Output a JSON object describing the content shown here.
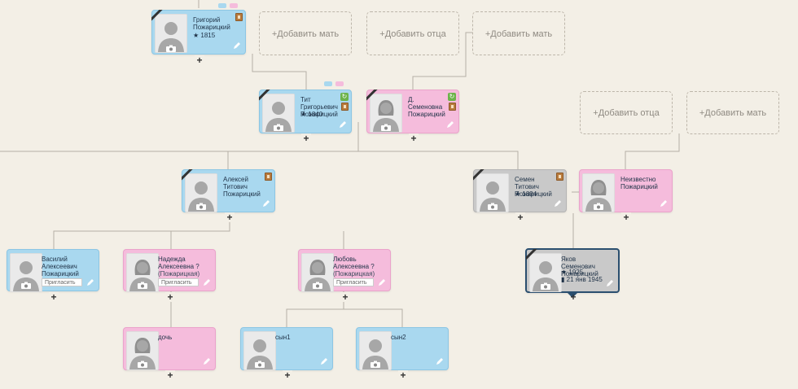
{
  "add_father_label": "+Добавить отца",
  "add_mother_label": "+Добавить мать",
  "invite_label": "Пригласить",
  "expand_symbol": "+",
  "colors": {
    "male": "#a9d8ef",
    "female": "#f5bcdc",
    "unknown": "#c9c9c9",
    "background": "#f3efe6",
    "selected_border": "#2b4f6f"
  },
  "persons": {
    "grigoriy": {
      "name": "Григорий Пожарицкий",
      "birth": "★ 1815"
    },
    "tit": {
      "name": "Тит Григорьевич Пожарицкий",
      "birth": "★ 1840"
    },
    "d_semenovna": {
      "name": "Д. Семеновна Пожарицкий"
    },
    "aleksey": {
      "name": "Алексей Титович Пожарицкий"
    },
    "semen": {
      "name": "Семен Титович Пожарицкий",
      "birth": "★ 1894"
    },
    "neizvestno": {
      "name": "Неизвестно Пожарицкий"
    },
    "yakov": {
      "name": "Яков Семенович Пожарицкий",
      "birth": "★ 1925",
      "death": "▮ 21 янв 1945"
    },
    "vasiliy": {
      "name": "Василий Алексеевич Пожарицкий"
    },
    "nadezhda": {
      "name": "Надежда Алексеевна ?",
      "maiden": "(Пожарицкая)"
    },
    "lyubov": {
      "name": "Любовь Алексеевна ?",
      "maiden": "(Пожарицкая)"
    },
    "doch": {
      "name": "дочь"
    },
    "syn1": {
      "name": "сын1"
    },
    "syn2": {
      "name": "сын2"
    }
  }
}
